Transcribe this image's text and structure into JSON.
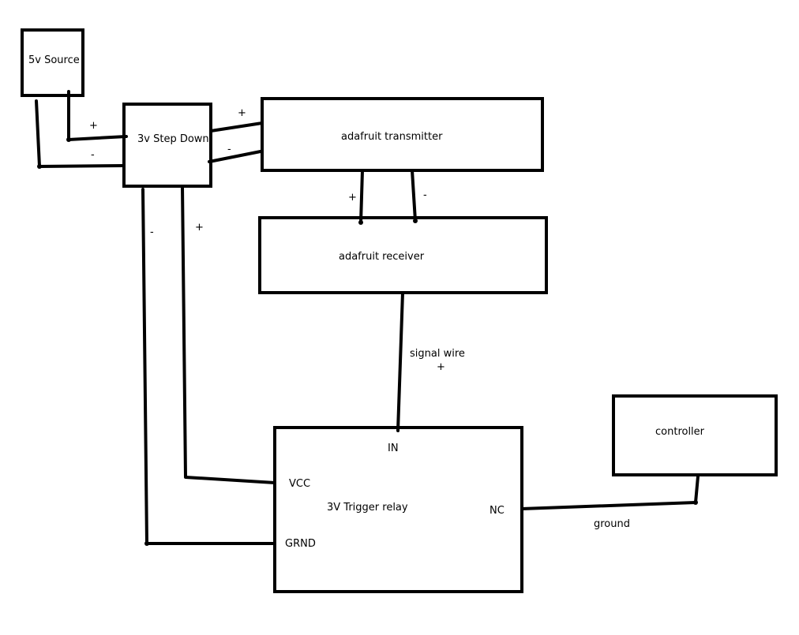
{
  "components": {
    "source": "5v Source",
    "stepdown": "3v Step Down",
    "transmitter": "adafruit transmitter",
    "receiver": "adafruit receiver",
    "relay": "3V Trigger relay",
    "controller": "controller"
  },
  "relay_pins": {
    "in": "IN",
    "vcc": "VCC",
    "grnd": "GRND",
    "nc": "NC"
  },
  "wire_labels": {
    "signal_wire": "signal wire",
    "ground": "ground"
  },
  "polarity": {
    "plus": "+",
    "minus": "-"
  }
}
